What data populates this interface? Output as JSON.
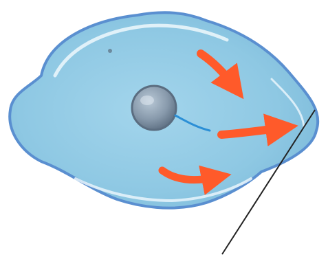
{
  "diagram": {
    "subject": "cell",
    "colors": {
      "background": "#ffffff",
      "cytoplasm": "#8ec8e3",
      "cell_edge": "#5a8fd0",
      "membrane_highlight": "#e9f5fb",
      "nucleus": "#7f93a6",
      "nucleus_rim": "#5b6d80",
      "filament": "#2b8fd6",
      "arrow": "#ff5a2a",
      "pointer_line": "#222222"
    },
    "arrows": [
      {
        "name": "arrow-upper-right"
      },
      {
        "name": "arrow-right-middle"
      },
      {
        "name": "arrow-lower"
      }
    ],
    "label_pointer": {
      "label_text": ""
    }
  }
}
